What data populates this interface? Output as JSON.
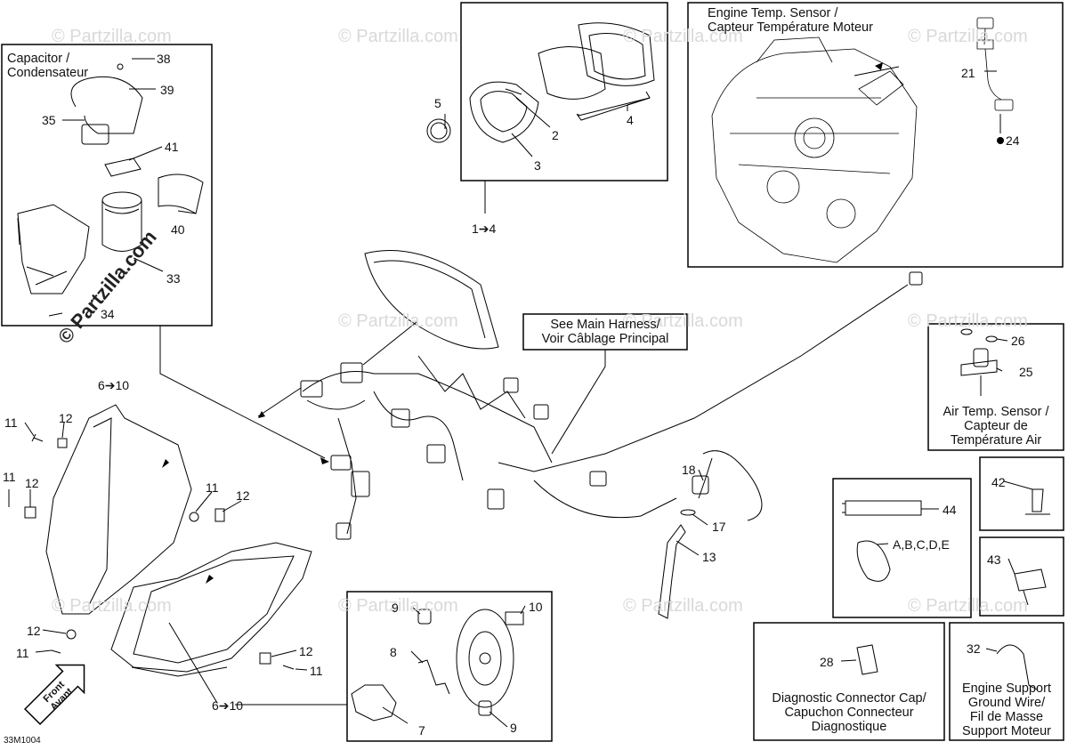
{
  "watermark": "© Partzilla.com",
  "stamp": "© Partzilla.com",
  "drawing_code": "33M1004",
  "captions": {
    "capacitor": [
      "Capacitor /",
      "Condensateur"
    ],
    "engine_temp": [
      "Engine Temp. Sensor /",
      "Capteur Température Moteur"
    ],
    "main_harness": [
      "See Main Harness/",
      "Voir Câblage Principal"
    ],
    "air_temp": [
      "Air Temp. Sensor /",
      "Capteur de",
      "Température Air"
    ],
    "diag_cap": [
      "Diagnostic Connector Cap/",
      "Capuchon Connecteur",
      "Diagnostique"
    ],
    "ground_wire": [
      "Engine Support",
      "Ground Wire/",
      "Fil de Masse",
      "Support Moteur"
    ],
    "front": [
      "Front",
      "Avant"
    ]
  },
  "labels": {
    "l38": "38",
    "l39": "39",
    "l35": "35",
    "l41": "41",
    "l40": "40",
    "l33": "33",
    "l34": "34",
    "l5": "5",
    "l2": "2",
    "l3": "3",
    "l4": "4",
    "l21": "21",
    "l24": "24",
    "l1to4": "1➔4",
    "l26": "26",
    "l25": "25",
    "l6to10_top": "6➔10",
    "l11a": "11",
    "l12a": "12",
    "l11b": "11",
    "l12b": "12",
    "l11c": "11",
    "l12c": "12",
    "l12d": "12",
    "l11d": "11",
    "l12e": "12",
    "l11e": "11",
    "l18": "18",
    "l17": "17",
    "l13": "13",
    "l42": "42",
    "l44": "44",
    "labcde": "A,B,C,D,E",
    "l43": "43",
    "l9a": "9",
    "l10": "10",
    "l8": "8",
    "l7": "7",
    "l9b": "9",
    "l6to10_bottom": "6➔10",
    "l28": "28",
    "l32": "32"
  }
}
